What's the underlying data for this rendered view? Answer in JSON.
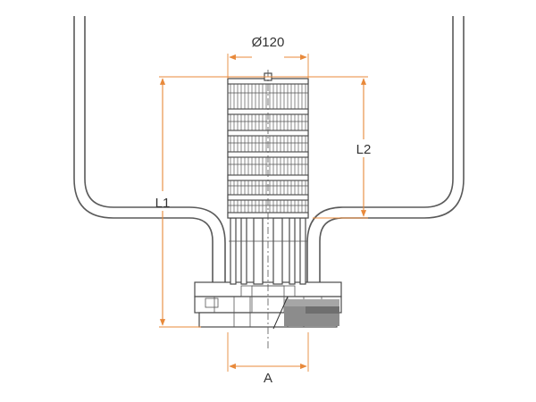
{
  "labels": {
    "diameter": "Ø120",
    "l1": "L1",
    "l2": "L2",
    "a": "A"
  },
  "colors": {
    "dimension": "#e8893a",
    "outline": "#4a4a4a",
    "shading": "#8c8c8c"
  }
}
